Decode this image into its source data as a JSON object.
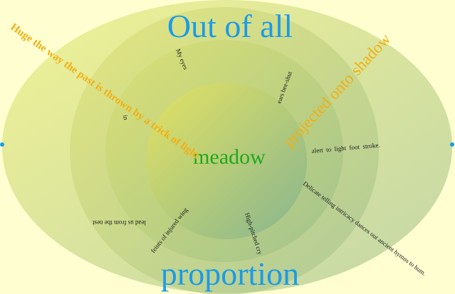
{
  "title_top": "Out of all",
  "title_bottom": "proportion",
  "center_word": "meadow",
  "diagonal_left": "Huge the way the past is thrown by a trick of light",
  "diagonal_right": "projected onto shadow",
  "fragments": {
    "my_eyes": "My eyes",
    "ears": "ears bee-shut",
    "in": "in",
    "lead": "lead us from the nest",
    "alert": "alert  to  light  foot  stroke.",
    "delicate": "Delicate telling intricacy dances out ancient hymns to hum.",
    "feints": "feints of injured wing",
    "cry": "High-pitched cry"
  },
  "colors": {
    "background": "#fefed0",
    "title": "#1a9be8",
    "center": "#22a81e",
    "diagonal": "#f0b014",
    "fragment": "#1a1a1a"
  }
}
